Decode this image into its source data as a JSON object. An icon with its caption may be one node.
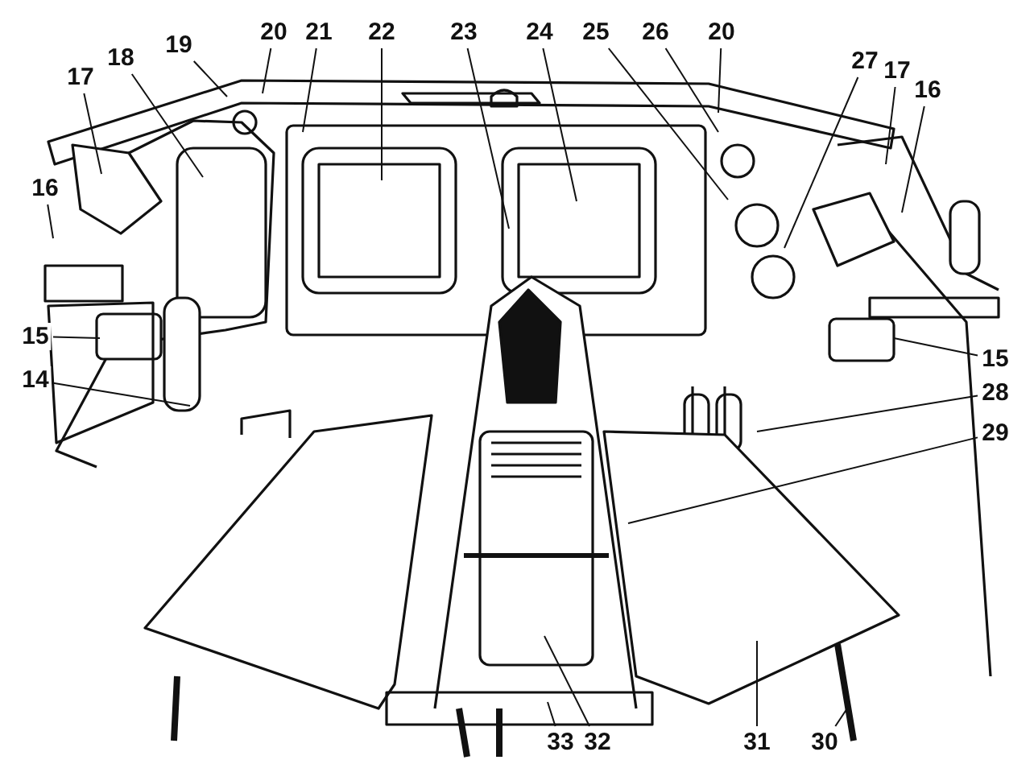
{
  "diagram": {
    "nodes": [
      {
        "text": [
          "16"
        ]
      },
      {
        "text": [
          "17"
        ]
      },
      {
        "text": [
          "18"
        ]
      },
      {
        "text": [
          "19"
        ]
      },
      {
        "text": [
          "20"
        ]
      },
      {
        "text": [
          "21"
        ]
      },
      {
        "text": [
          "22"
        ]
      },
      {
        "text": [
          "23"
        ]
      },
      {
        "text": [
          "24"
        ]
      },
      {
        "text": [
          "25"
        ]
      },
      {
        "text": [
          "26"
        ]
      },
      {
        "text": [
          "20"
        ]
      },
      {
        "text": [
          "27"
        ]
      },
      {
        "text": [
          "17"
        ]
      },
      {
        "text": [
          "16"
        ]
      },
      {
        "text": [
          "15"
        ]
      },
      {
        "text": [
          "14"
        ]
      },
      {
        "text": [
          "15"
        ]
      },
      {
        "text": [
          "28"
        ]
      },
      {
        "text": [
          "29"
        ]
      },
      {
        "text": [
          "33"
        ]
      },
      {
        "text": [
          "32"
        ]
      },
      {
        "text": [
          "31"
        ]
      },
      {
        "text": [
          "30"
        ]
      }
    ],
    "edges": [
      {
        "from": 0,
        "to": null,
        "arrow": "none"
      },
      {
        "from": 1,
        "to": null,
        "arrow": "none"
      },
      {
        "from": 2,
        "to": null,
        "arrow": "none"
      },
      {
        "from": 3,
        "to": null,
        "arrow": "none"
      },
      {
        "from": 4,
        "to": null,
        "arrow": "none"
      },
      {
        "from": 5,
        "to": null,
        "arrow": "none"
      },
      {
        "from": 6,
        "to": null,
        "arrow": "none"
      },
      {
        "from": 7,
        "to": null,
        "arrow": "none"
      },
      {
        "from": 8,
        "to": null,
        "arrow": "none"
      },
      {
        "from": 9,
        "to": null,
        "arrow": "none"
      },
      {
        "from": 10,
        "to": null,
        "arrow": "none"
      },
      {
        "from": 11,
        "to": null,
        "arrow": "none"
      },
      {
        "from": 12,
        "to": null,
        "arrow": "none"
      },
      {
        "from": 13,
        "to": null,
        "arrow": "none"
      },
      {
        "from": 14,
        "to": null,
        "arrow": "none"
      },
      {
        "from": 15,
        "to": null,
        "arrow": "none"
      },
      {
        "from": 16,
        "to": null,
        "arrow": "none"
      },
      {
        "from": 17,
        "to": null,
        "arrow": "none"
      },
      {
        "from": 18,
        "to": null,
        "arrow": "none"
      },
      {
        "from": 19,
        "to": null,
        "arrow": "none"
      },
      {
        "from": 20,
        "to": null,
        "arrow": "none"
      },
      {
        "from": 21,
        "to": null,
        "arrow": "none"
      },
      {
        "from": 22,
        "to": null,
        "arrow": "none"
      },
      {
        "from": 23,
        "to": null,
        "arrow": "none"
      }
    ]
  }
}
